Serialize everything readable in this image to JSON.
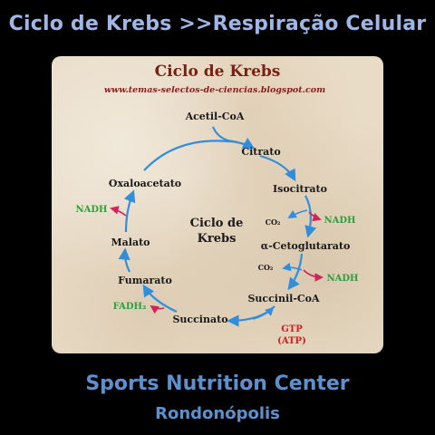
{
  "header": {
    "title": "Ciclo de Krebs >>Respiração Celular"
  },
  "diagram": {
    "title": "Ciclo de Krebs",
    "source": "www.temas-selectos-de-ciencias.blogspot.com",
    "center_line1": "Ciclo de",
    "center_line2": "Krebs",
    "nodes": {
      "acetil_coa": "Acetil-CoA",
      "citrato": "Citrato",
      "isocitrato": "Isocitrato",
      "cetoglutarato": "α-Cetoglutarato",
      "succinil_coa": "Succinil-CoA",
      "succinato": "Succinato",
      "fumarato": "Fumarato",
      "malato": "Malato",
      "oxaloacetato": "Oxaloacetato"
    },
    "byproducts": {
      "co2_1": "CO₂",
      "nadh_1": "NADH",
      "co2_2": "CO₂",
      "nadh_2": "NADH",
      "gtp": "GTP",
      "atp": "(ATP)",
      "fadh2": "FADH₂",
      "nadh_3": "NADH"
    },
    "colors": {
      "cycle_arrow": "#2f8fde",
      "byproduct_arrow": "#d0245a",
      "nadh_text": "#2e9e3e",
      "gtp_text": "#d01f1f",
      "title_text": "#7a1f12"
    }
  },
  "footer": {
    "line1": "Sports Nutrition Center",
    "line2": "Rondonópolis"
  }
}
